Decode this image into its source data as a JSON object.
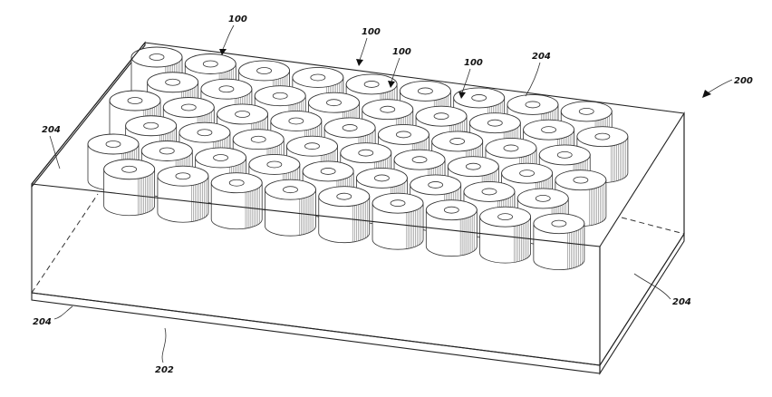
{
  "figure": {
    "labels": {
      "cell_a": "100",
      "cell_b": "100",
      "cell_c": "100",
      "cell_d": "100",
      "battery_pack": "200",
      "base_plate": "202",
      "wall_top_right": "204",
      "wall_left": "204",
      "wall_front_left": "204",
      "wall_front_right": "204"
    }
  }
}
